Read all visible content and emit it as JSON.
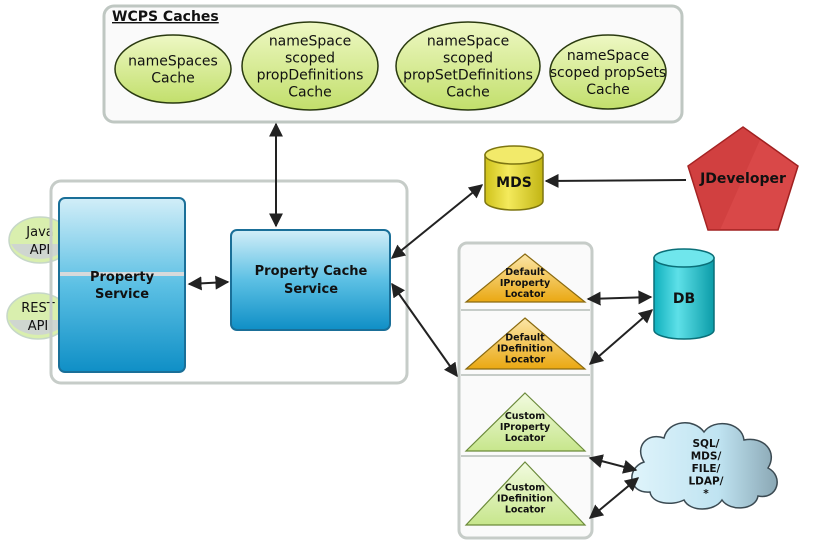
{
  "caches": {
    "title": "WCPS Caches",
    "ellipses": [
      [
        "nameSpaces",
        "Cache"
      ],
      [
        "nameSpace",
        "scoped",
        "propDefinitions",
        "Cache"
      ],
      [
        "nameSpace",
        "scoped",
        "propSetDefinitions",
        "Cache"
      ],
      [
        "nameSpace",
        "scoped propSets",
        "Cache"
      ]
    ]
  },
  "apis": {
    "java": [
      "Java",
      "API"
    ],
    "rest": [
      "REST",
      "API"
    ]
  },
  "services": {
    "property_service": [
      "Property",
      "Service"
    ],
    "property_cache_service": [
      "Property Cache",
      "Service"
    ]
  },
  "stores": {
    "mds": "MDS",
    "db": "DB",
    "jdeveloper": "JDeveloper",
    "cloud": [
      "SQL/",
      "MDS/",
      "FILE/",
      "LDAP/",
      "*"
    ]
  },
  "locators": [
    {
      "lines": [
        "Default",
        "IProperty",
        "Locator"
      ],
      "kind": "default"
    },
    {
      "lines": [
        "Default",
        "IDefinition",
        "Locator"
      ],
      "kind": "default"
    },
    {
      "lines": [
        "Custom",
        "IProperty",
        "Locator"
      ],
      "kind": "custom"
    },
    {
      "lines": [
        "Custom",
        "IDefinition",
        "Locator"
      ],
      "kind": "custom"
    }
  ],
  "colors": {
    "ellipse_fill": "#d4ea84",
    "service_blue": "#2aa6d6",
    "mds_yellow": "#e8dc2a",
    "db_cyan": "#1ec8d2",
    "jdev_red": "#d94848",
    "default_locator": "#f0b428",
    "custom_locator": "#d6efa0"
  }
}
